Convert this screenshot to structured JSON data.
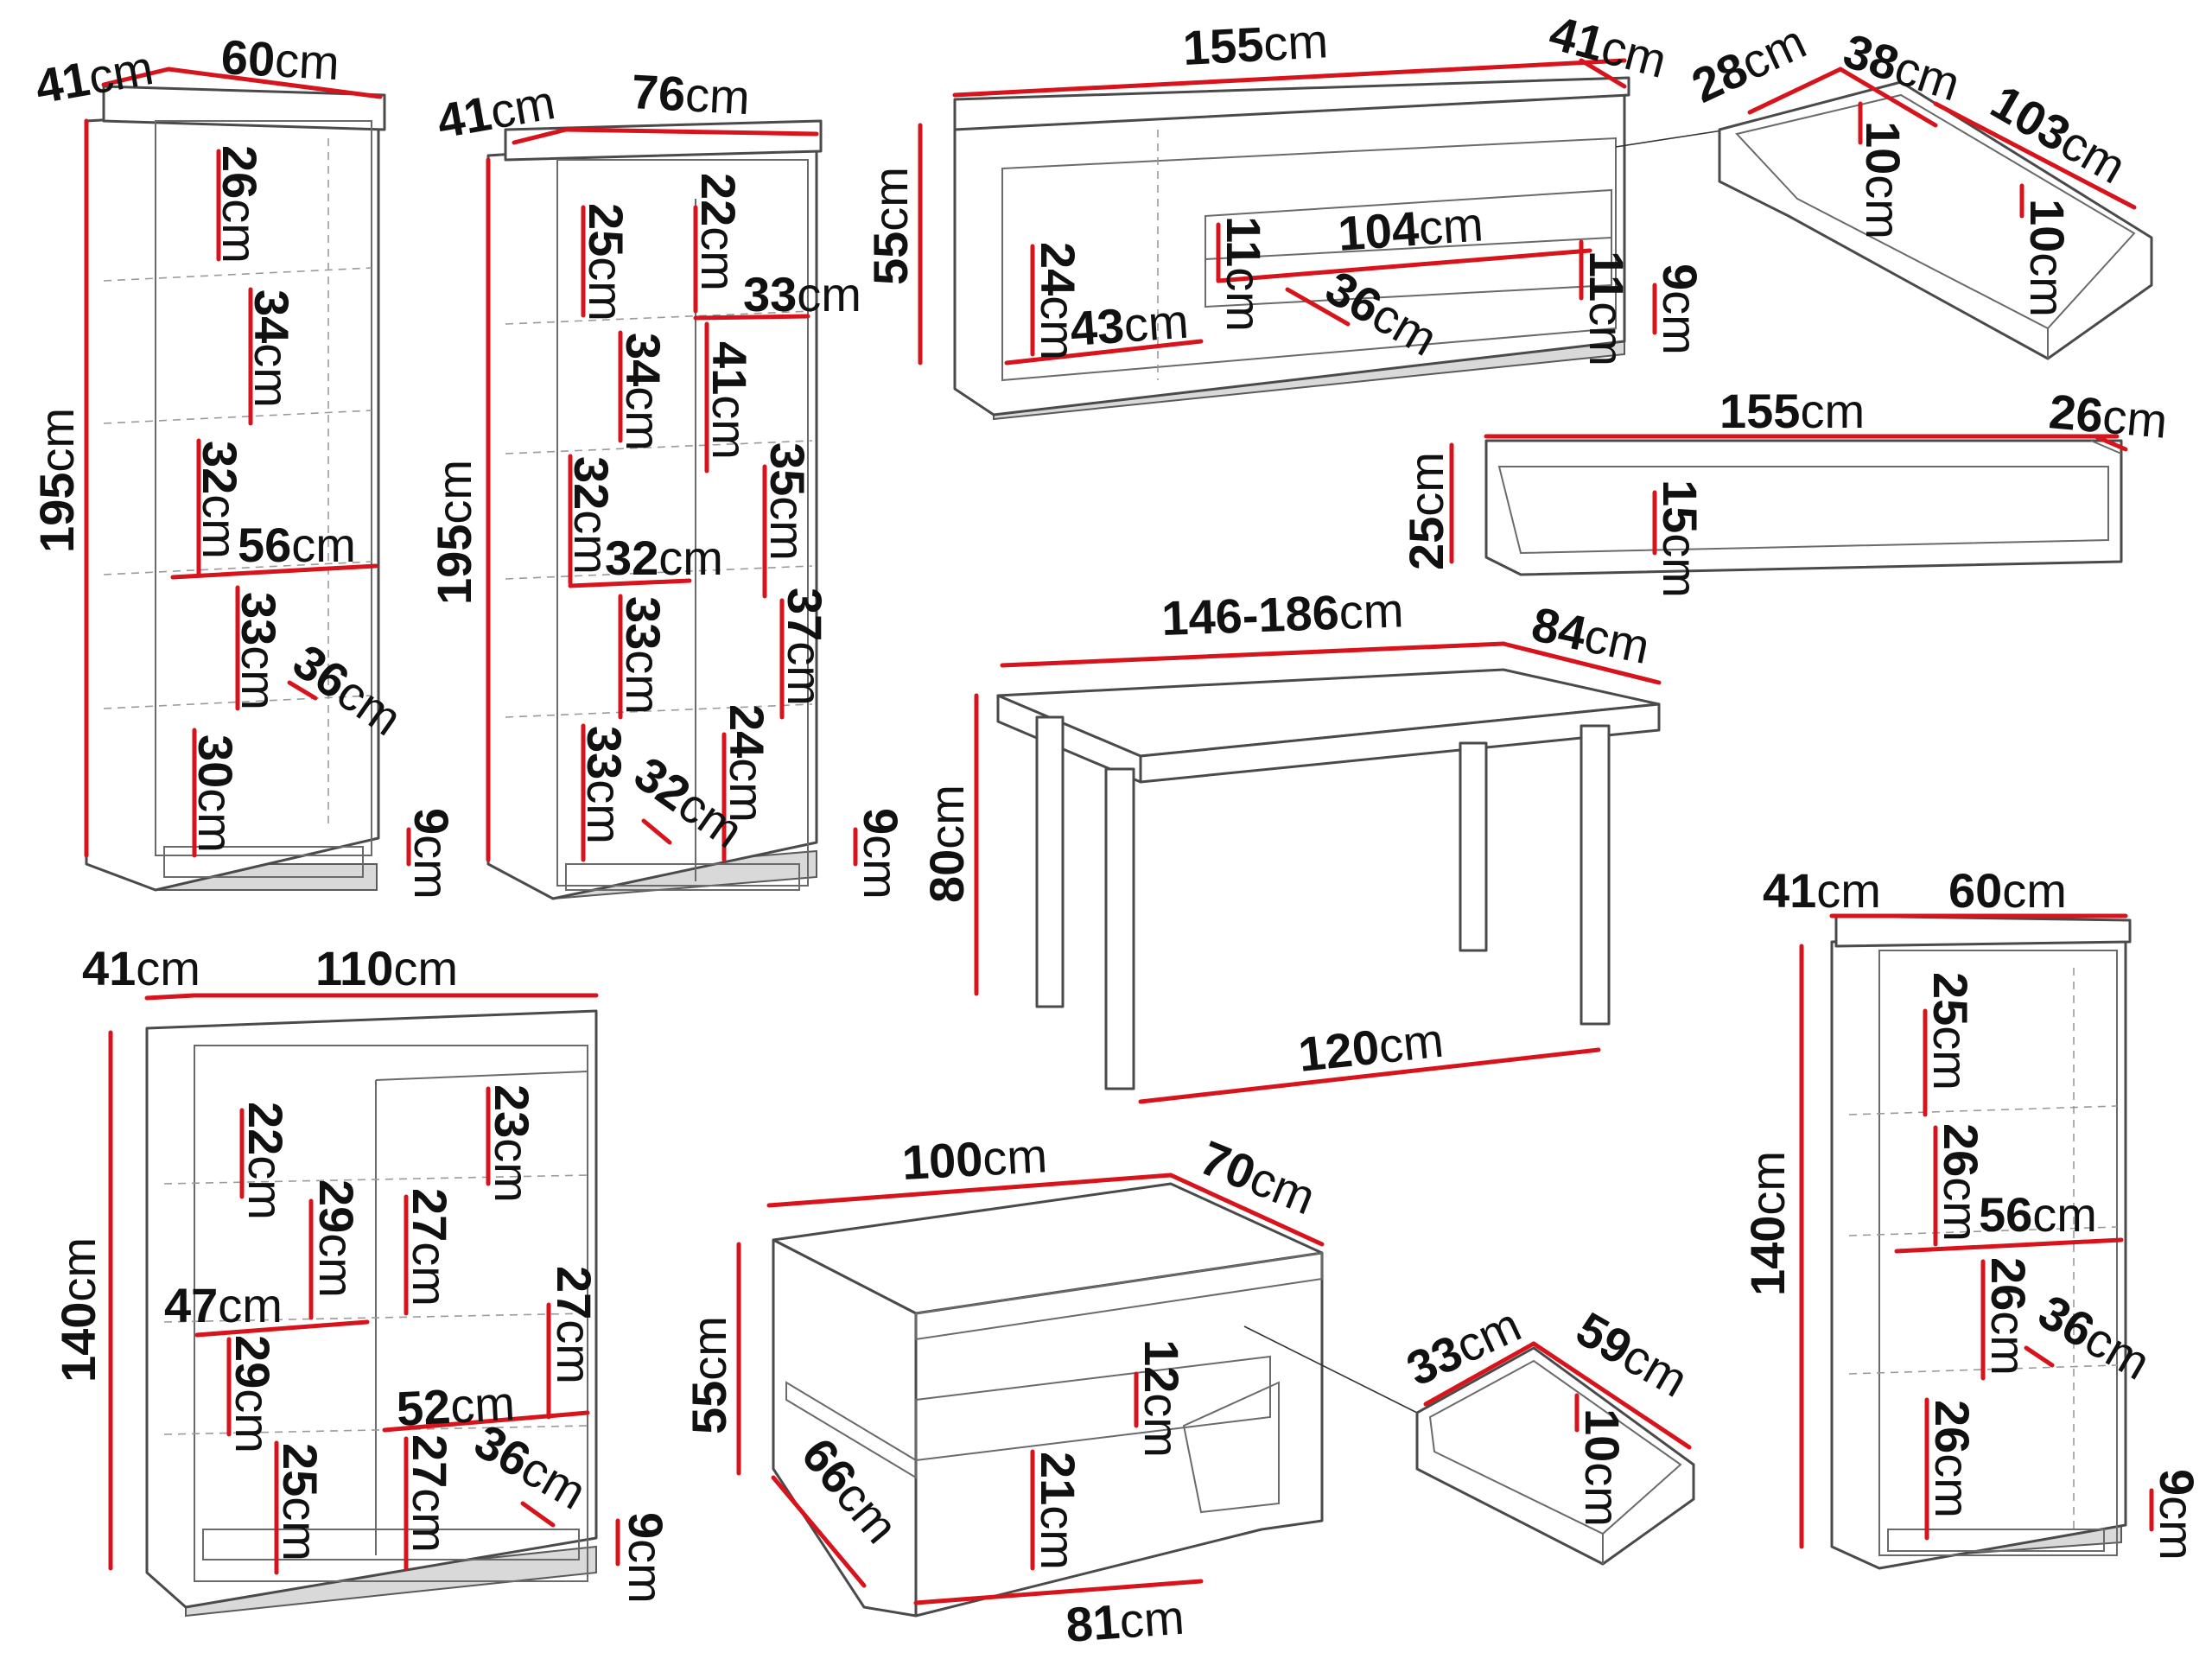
{
  "items": [
    {
      "id": "tall-display-cabinet-1",
      "labels": [
        {
          "n": "41",
          "u": "cm"
        },
        {
          "n": "60",
          "u": "cm"
        },
        {
          "n": "195",
          "u": "cm"
        },
        {
          "n": "26",
          "u": "cm"
        },
        {
          "n": "34",
          "u": "cm"
        },
        {
          "n": "32",
          "u": "cm"
        },
        {
          "n": "56",
          "u": "cm"
        },
        {
          "n": "33",
          "u": "cm"
        },
        {
          "n": "36",
          "u": "cm"
        },
        {
          "n": "30",
          "u": "cm"
        },
        {
          "n": "9",
          "u": "cm"
        }
      ]
    },
    {
      "id": "tall-display-cabinet-2",
      "labels": [
        {
          "n": "41",
          "u": "cm"
        },
        {
          "n": "76",
          "u": "cm"
        },
        {
          "n": "195",
          "u": "cm"
        },
        {
          "n": "25",
          "u": "cm"
        },
        {
          "n": "22",
          "u": "cm"
        },
        {
          "n": "33",
          "u": "cm"
        },
        {
          "n": "34",
          "u": "cm"
        },
        {
          "n": "41",
          "u": "cm"
        },
        {
          "n": "32",
          "u": "cm"
        },
        {
          "n": "35",
          "u": "cm"
        },
        {
          "n": "32",
          "u": "cm"
        },
        {
          "n": "33",
          "u": "cm"
        },
        {
          "n": "37",
          "u": "cm"
        },
        {
          "n": "33",
          "u": "cm"
        },
        {
          "n": "32",
          "u": "cm"
        },
        {
          "n": "24",
          "u": "cm"
        },
        {
          "n": "9",
          "u": "cm"
        }
      ]
    },
    {
      "id": "tv-stand",
      "labels": [
        {
          "n": "155",
          "u": "cm"
        },
        {
          "n": "41",
          "u": "cm"
        },
        {
          "n": "55",
          "u": "cm"
        },
        {
          "n": "24",
          "u": "cm"
        },
        {
          "n": "43",
          "u": "cm"
        },
        {
          "n": "11",
          "u": "cm"
        },
        {
          "n": "104",
          "u": "cm"
        },
        {
          "n": "36",
          "u": "cm"
        },
        {
          "n": "11",
          "u": "cm"
        },
        {
          "n": "9",
          "u": "cm"
        }
      ]
    },
    {
      "id": "tv-stand-drawer",
      "labels": [
        {
          "n": "28",
          "u": "cm"
        },
        {
          "n": "38",
          "u": "cm"
        },
        {
          "n": "103",
          "u": "cm"
        },
        {
          "n": "10",
          "u": "cm"
        },
        {
          "n": "10",
          "u": "cm"
        }
      ]
    },
    {
      "id": "wall-shelf",
      "labels": [
        {
          "n": "155",
          "u": "cm"
        },
        {
          "n": "26",
          "u": "cm"
        },
        {
          "n": "25",
          "u": "cm"
        },
        {
          "n": "15",
          "u": "cm"
        }
      ]
    },
    {
      "id": "dining-table",
      "labels": [
        {
          "n": "146-186",
          "u": "cm"
        },
        {
          "n": "84",
          "u": "cm"
        },
        {
          "n": "80",
          "u": "cm"
        },
        {
          "n": "120",
          "u": "cm"
        }
      ]
    },
    {
      "id": "sideboard",
      "labels": [
        {
          "n": "41",
          "u": "cm"
        },
        {
          "n": "110",
          "u": "cm"
        },
        {
          "n": "140",
          "u": "cm"
        },
        {
          "n": "22",
          "u": "cm"
        },
        {
          "n": "23",
          "u": "cm"
        },
        {
          "n": "29",
          "u": "cm"
        },
        {
          "n": "27",
          "u": "cm"
        },
        {
          "n": "47",
          "u": "cm"
        },
        {
          "n": "27",
          "u": "cm"
        },
        {
          "n": "29",
          "u": "cm"
        },
        {
          "n": "52",
          "u": "cm"
        },
        {
          "n": "25",
          "u": "cm"
        },
        {
          "n": "27",
          "u": "cm"
        },
        {
          "n": "36",
          "u": "cm"
        },
        {
          "n": "9",
          "u": "cm"
        }
      ]
    },
    {
      "id": "coffee-table",
      "labels": [
        {
          "n": "100",
          "u": "cm"
        },
        {
          "n": "70",
          "u": "cm"
        },
        {
          "n": "55",
          "u": "cm"
        },
        {
          "n": "12",
          "u": "cm"
        },
        {
          "n": "66",
          "u": "cm"
        },
        {
          "n": "21",
          "u": "cm"
        },
        {
          "n": "81",
          "u": "cm"
        }
      ]
    },
    {
      "id": "coffee-table-drawer",
      "labels": [
        {
          "n": "33",
          "u": "cm"
        },
        {
          "n": "59",
          "u": "cm"
        },
        {
          "n": "10",
          "u": "cm"
        }
      ]
    },
    {
      "id": "low-display-cabinet",
      "labels": [
        {
          "n": "41",
          "u": "cm"
        },
        {
          "n": "60",
          "u": "cm"
        },
        {
          "n": "140",
          "u": "cm"
        },
        {
          "n": "25",
          "u": "cm"
        },
        {
          "n": "26",
          "u": "cm"
        },
        {
          "n": "56",
          "u": "cm"
        },
        {
          "n": "26",
          "u": "cm"
        },
        {
          "n": "36",
          "u": "cm"
        },
        {
          "n": "26",
          "u": "cm"
        },
        {
          "n": "9",
          "u": "cm"
        }
      ]
    }
  ]
}
